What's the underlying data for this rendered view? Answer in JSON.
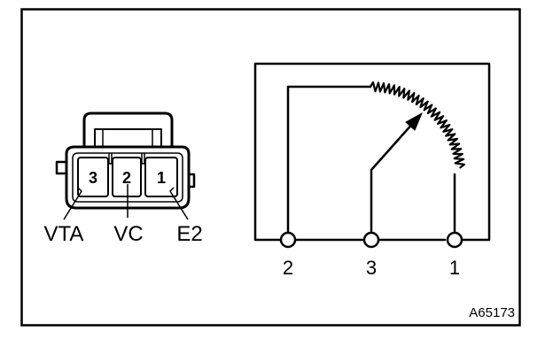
{
  "connector": {
    "cavities": [
      {
        "number": "3",
        "signal": "VTA"
      },
      {
        "number": "2",
        "signal": "VC"
      },
      {
        "number": "1",
        "signal": "E2"
      }
    ]
  },
  "circuit": {
    "terminals": [
      {
        "label": "2"
      },
      {
        "label": "3"
      },
      {
        "label": "1"
      }
    ]
  },
  "figure_code": "A65173"
}
